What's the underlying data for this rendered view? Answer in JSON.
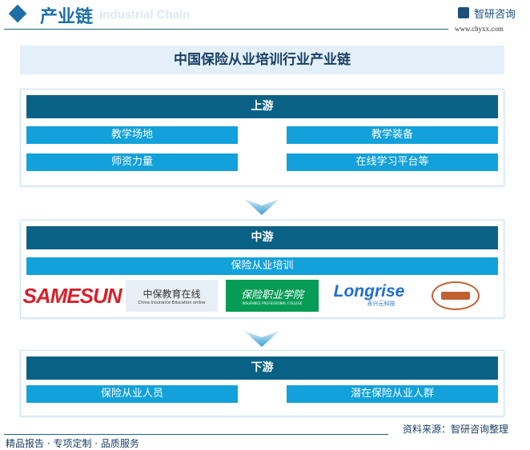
{
  "header": {
    "title": "产业链",
    "subtitle": "Industrial Chain",
    "brand": "智研咨询",
    "url": "www.chyxx.com"
  },
  "main_title": "中国保险从业培训行业产业链",
  "upstream": {
    "label": "上游",
    "items": [
      "教学场地",
      "教学装备",
      "师资力量",
      "在线学习平台等"
    ]
  },
  "midstream": {
    "label": "中游",
    "bar": "保险从业培训",
    "logos": [
      {
        "name": "SAMESUN"
      },
      {
        "name": "中保教育在线",
        "sub": "China Insurance Education online"
      },
      {
        "name": "保险职业学院",
        "sub": "INSURANCE PROFESSIONAL COLLEGE"
      },
      {
        "name": "Longrise",
        "sub": "永兴元科技"
      },
      {
        "name": "university-seal"
      }
    ]
  },
  "downstream": {
    "label": "下游",
    "items": [
      "保险从业人员",
      "潜在保险从业人群"
    ]
  },
  "footer": {
    "left": "精品报告 · 专项定制 · 品质服务",
    "source": "资料来源：智研咨询整理"
  },
  "colors": {
    "dark": "#0a6186",
    "light": "#12a1da",
    "title_bg": "#e3f0fa"
  }
}
